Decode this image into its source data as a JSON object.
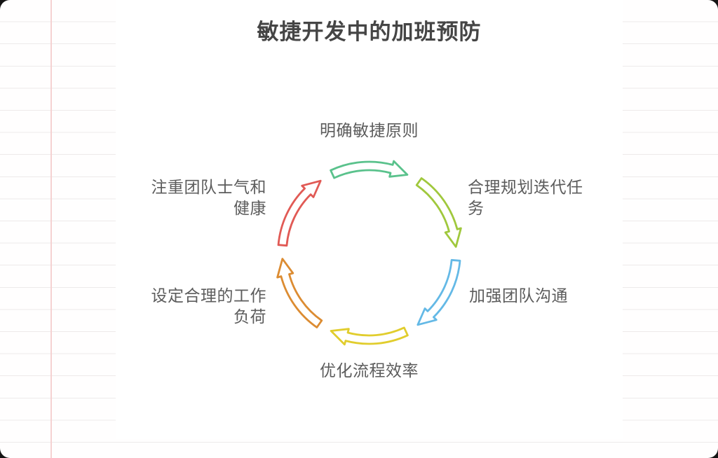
{
  "title": "敏捷开发中的加班预防",
  "cycle": {
    "direction": "clockwise",
    "steps": [
      {
        "label": "明确敏捷原则",
        "position": "top",
        "arrow_color": "#5ac28c"
      },
      {
        "label": "合理规划迭代任务",
        "position": "right-upper",
        "arrow_color": "#a0c83d"
      },
      {
        "label": "加强团队沟通",
        "position": "right-lower",
        "arrow_color": "#64b9e6"
      },
      {
        "label": "优化流程效率",
        "position": "bottom",
        "arrow_color": "#e1cd2d"
      },
      {
        "label": "设定合理的工作负荷",
        "position": "left-lower",
        "arrow_color": "#dc8c32"
      },
      {
        "label": "注重团队士气和健康",
        "position": "left-upper",
        "arrow_color": "#e15a55"
      }
    ]
  },
  "colors": {
    "title_text": "#454545",
    "label_text": "#5c5c5c",
    "panel_background": "#ffffff",
    "paper_rule_line": "#edeaea",
    "paper_margin_line": "#f5d2d2",
    "page_surround": "#141414",
    "arrow_fill": "#ffffff"
  }
}
